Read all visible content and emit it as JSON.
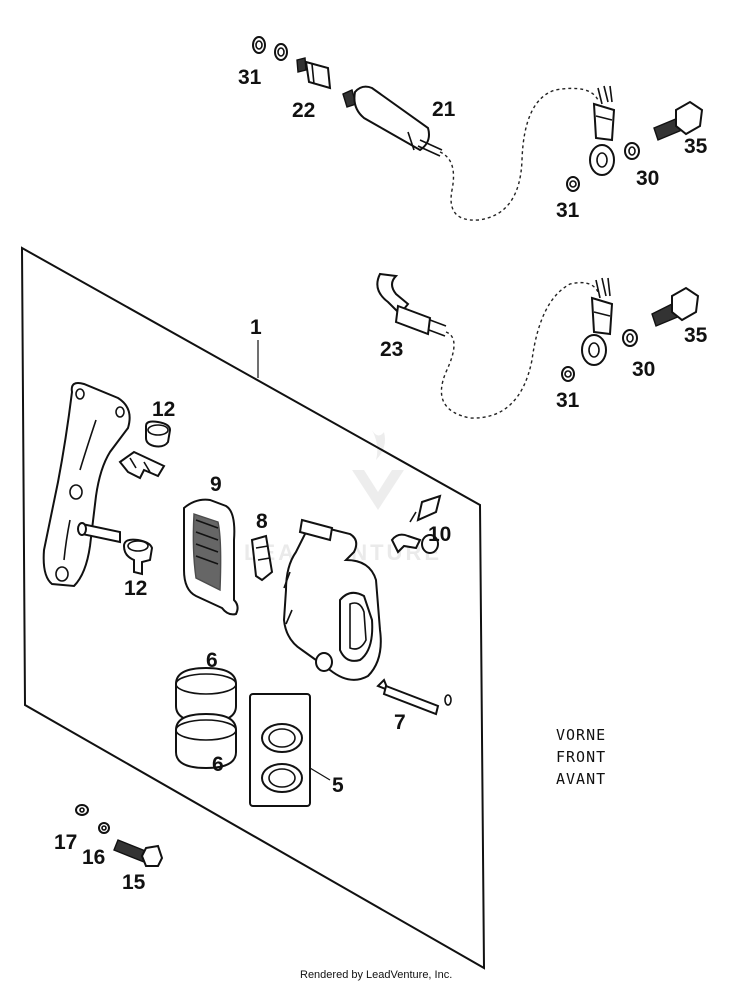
{
  "diagram": {
    "callouts": {
      "p31a": "31",
      "p22": "22",
      "p21": "21",
      "p35a": "35",
      "p30a": "30",
      "p31b": "31",
      "p1": "1",
      "p23": "23",
      "p35b": "35",
      "p30b": "30",
      "p31c": "31",
      "p12a": "12",
      "p9": "9",
      "p8": "8",
      "p10": "10",
      "p12b": "12",
      "p6a": "6",
      "p6b": "6",
      "p7": "7",
      "p5": "5",
      "p17": "17",
      "p16": "16",
      "p15": "15"
    },
    "region_label": [
      "VORNE",
      "FRONT",
      "AVANT"
    ],
    "watermark": "LEADVENTURE",
    "footer": "Rendered by LeadVenture, Inc."
  }
}
